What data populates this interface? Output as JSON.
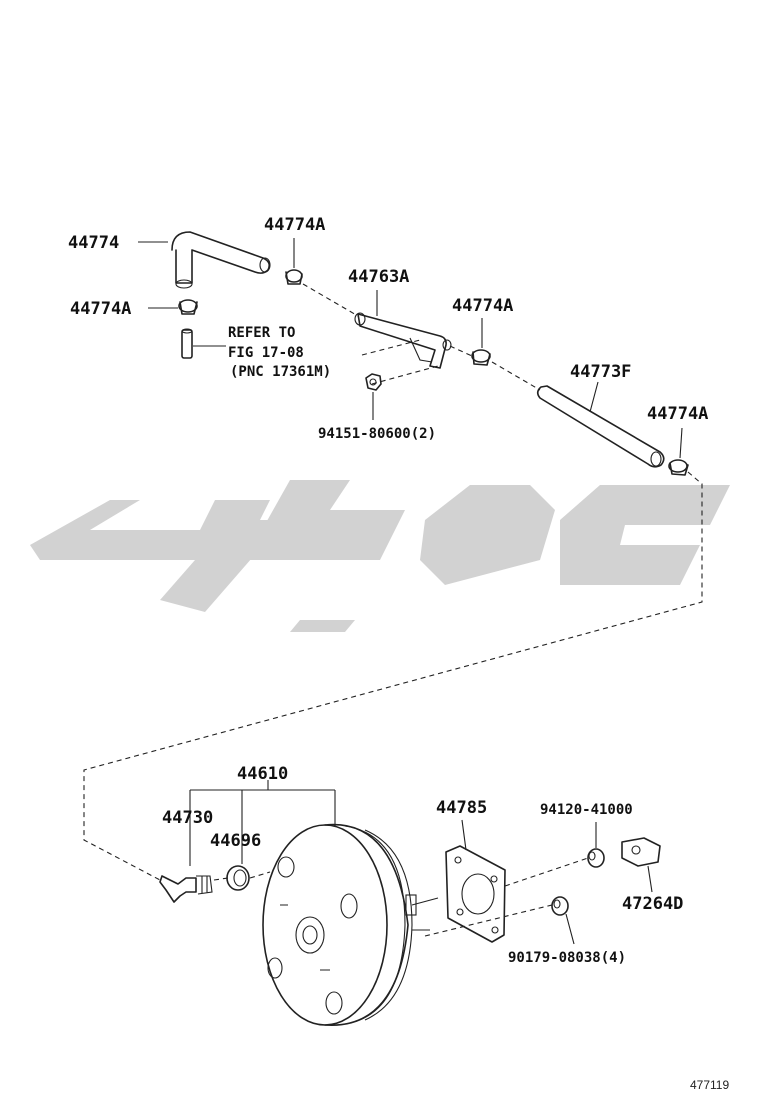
{
  "labels": {
    "hose_44774": "44774",
    "clamp_top": "44774A",
    "clamp_left": "44774A",
    "bracket_44763a": "44763A",
    "clamp_mid": "44774A",
    "hose_44773f": "44773F",
    "clamp_right": "44774A",
    "nut_94151": "94151-80600(2)",
    "refer_line1": "REFER TO",
    "refer_line2": "FIG 17-08",
    "refer_line3": "(PNC 17361M)",
    "booster_44610": "44610",
    "check_valve_44730": "44730",
    "grommet_44696": "44696",
    "gasket_44785": "44785",
    "nut_94120": "94120-41000",
    "clevis_47264d": "47264D",
    "nut_90179": "90179-08038(4)",
    "figure_number": "477119"
  },
  "watermark": {
    "color": "#d2d2d2"
  }
}
